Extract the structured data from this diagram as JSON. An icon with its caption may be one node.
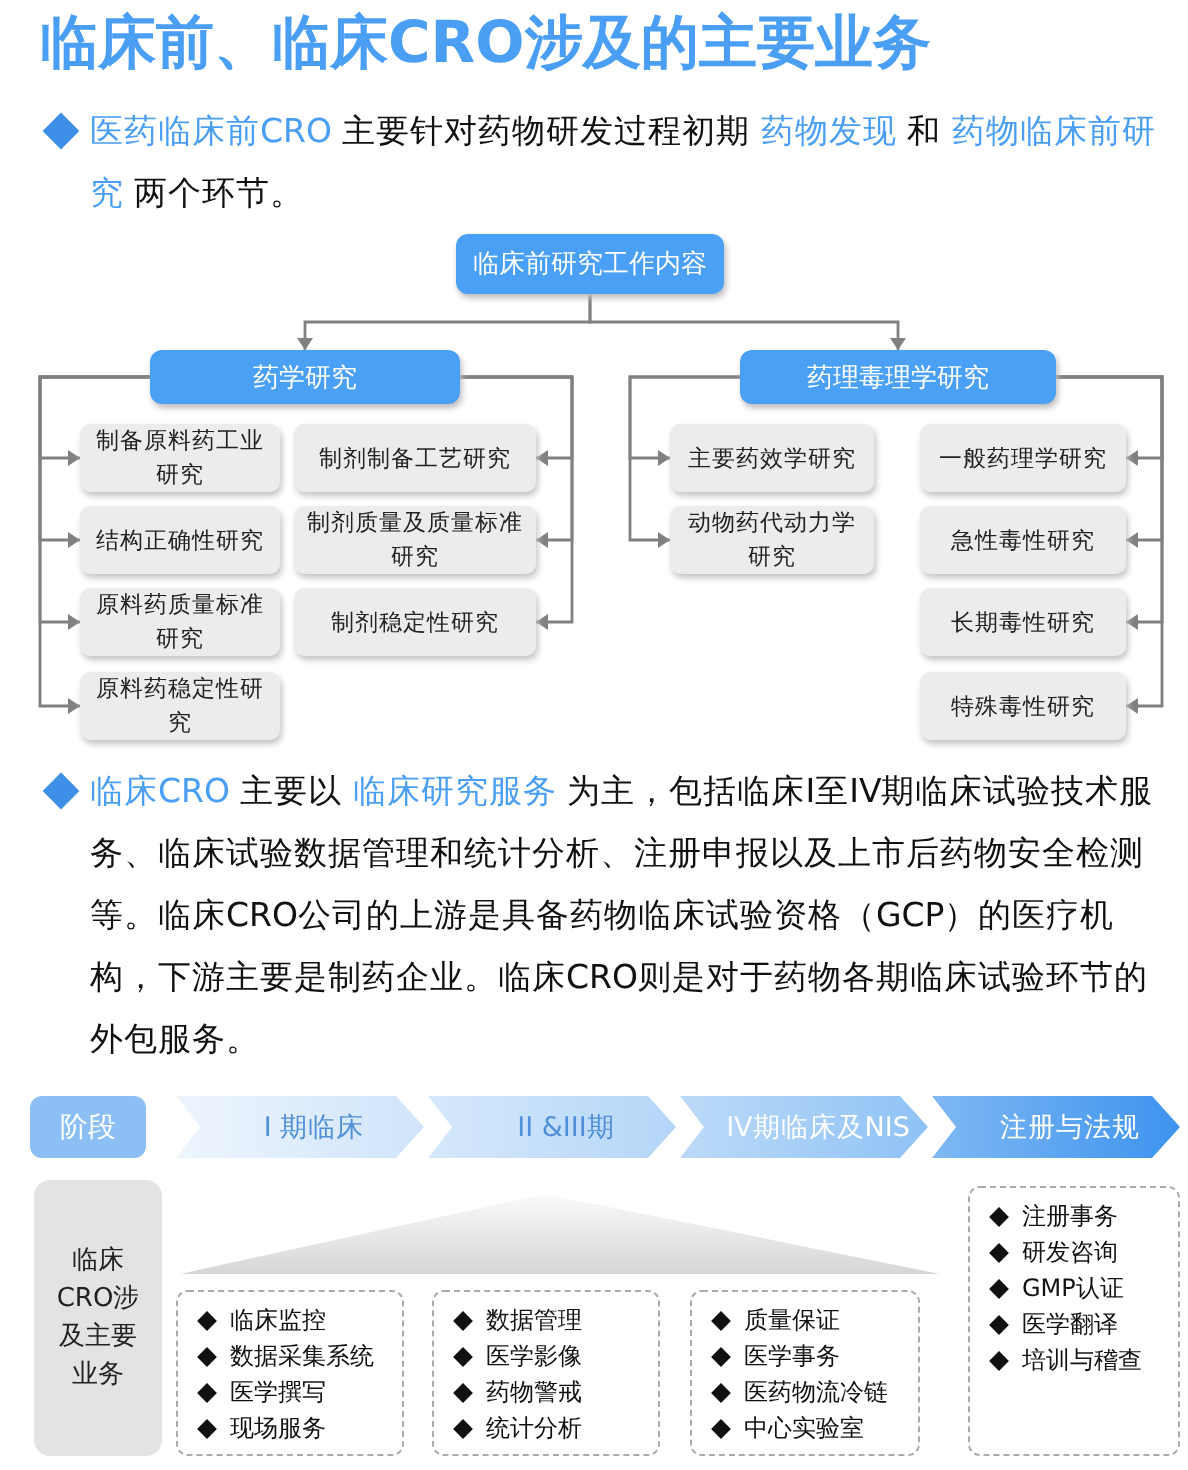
{
  "diagram": {
    "title": "临床前、临床CRO涉及的主要业务",
    "nodes": [
      {
        "text": [
          "临床前研究工作内容"
        ]
      },
      {
        "text": [
          "药学研究"
        ]
      },
      {
        "text": [
          "药理毒理学研究"
        ]
      },
      {
        "text": [
          "制备原料药工业研究"
        ]
      },
      {
        "text": [
          "制剂制备工艺研究"
        ]
      },
      {
        "text": [
          "结构正确性研究"
        ]
      },
      {
        "text": [
          "制剂质量及质量标准研究"
        ]
      },
      {
        "text": [
          "原料药质量标准研究"
        ]
      },
      {
        "text": [
          "制剂稳定性研究"
        ]
      },
      {
        "text": [
          "原料药稳定性研究"
        ]
      },
      {
        "text": [
          "主要药效学研究"
        ]
      },
      {
        "text": [
          "一般药理学研究"
        ]
      },
      {
        "text": [
          "动物药代动力学研究"
        ]
      },
      {
        "text": [
          "急性毒性研究"
        ]
      },
      {
        "text": [
          "长期毒性研究"
        ]
      },
      {
        "text": [
          "特殊毒性研究"
        ]
      },
      {
        "text": [
          "阶段"
        ]
      },
      {
        "text": [
          "I 期临床"
        ]
      },
      {
        "text": [
          "II &III期"
        ]
      },
      {
        "text": [
          "IV期临床及NIS"
        ]
      },
      {
        "text": [
          "注册与法规"
        ]
      },
      {
        "text": [
          "临床CRO涉及主要业务"
        ]
      },
      {
        "text": [
          "临床监控",
          "数据采集系统",
          "医学撰写",
          "现场服务"
        ]
      },
      {
        "text": [
          "数据管理",
          "医学影像",
          "药物警戒",
          "统计分析"
        ]
      },
      {
        "text": [
          "质量保证",
          "医学事务",
          "医药物流冷链",
          "中心实验室"
        ]
      },
      {
        "text": [
          "注册事务",
          "研发咨询",
          "GMP认证",
          "医学翻译",
          "培训与稽查"
        ]
      },
      {
        "text": [],
        "shape": "triangle"
      }
    ],
    "edges": [
      {
        "from": 0,
        "to": 1,
        "arrow": "to"
      },
      {
        "from": 0,
        "to": 2,
        "arrow": "to"
      },
      {
        "from": 1,
        "to": 3,
        "arrow": "to"
      },
      {
        "from": 1,
        "to": 5,
        "arrow": "to"
      },
      {
        "from": 1,
        "to": 7,
        "arrow": "to"
      },
      {
        "from": 1,
        "to": 9,
        "arrow": "to"
      },
      {
        "from": 1,
        "to": 4,
        "arrow": "to"
      },
      {
        "from": 1,
        "to": 6,
        "arrow": "to"
      },
      {
        "from": 1,
        "to": 8,
        "arrow": "to"
      },
      {
        "from": 2,
        "to": 10,
        "arrow": "to"
      },
      {
        "from": 2,
        "to": 12,
        "arrow": "to"
      },
      {
        "from": 2,
        "to": 11,
        "arrow": "to"
      },
      {
        "from": 2,
        "to": 13,
        "arrow": "to"
      },
      {
        "from": 2,
        "to": 14,
        "arrow": "to"
      },
      {
        "from": 2,
        "to": 15,
        "arrow": "to"
      }
    ],
    "labels": [
      "**医药临床前CRO** 主要针对药物研发过程初期 **药物发现** 和 **药物临床前研究** 两个环节。",
      "**临床CRO** 主要以 **临床研究服务** 为主，包括临床I至IV期临床试验技术服务、临床试验数据管理和统计分析、注册申报以及上市后药物安全检测等。临床CRO公司的上游是具备药物临床试验资格（GCP）的医疗机构，下游主要是制药企业。临床CRO则是对于药物各期临床试验环节的外包服务。"
    ]
  }
}
